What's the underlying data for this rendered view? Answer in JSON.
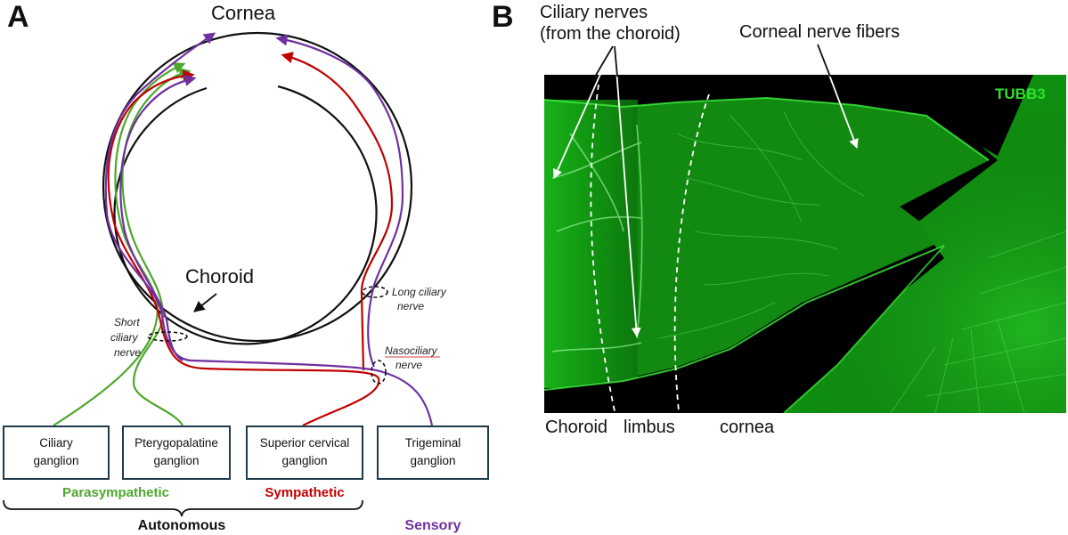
{
  "panel_a": {
    "letter": "A",
    "cornea": "Cornea",
    "choroid": "Choroid",
    "short_ciliary_line1": "Short",
    "short_ciliary_line2": "ciliary",
    "short_ciliary_line3": "nerve",
    "long_ciliary_line1": "Long ciliary",
    "long_ciliary_line2": "nerve",
    "nasociliary_line1": "Nasociliary",
    "nasociliary_line2": "nerve",
    "boxes": [
      {
        "line1": "Ciliary",
        "line2": "ganglion"
      },
      {
        "line1": "Pterygopalatine",
        "line2": "ganglion"
      },
      {
        "line1": "Superior cervical",
        "line2": "ganglion"
      },
      {
        "line1": "Trigeminal",
        "line2": "ganglion"
      }
    ],
    "parasympathetic": "Parasympathetic",
    "sympathetic": "Sympathetic",
    "autonomous": "Autonomous",
    "sensory": "Sensory"
  },
  "panel_b": {
    "letter": "B",
    "ciliary_nerves_line1": "Ciliary nerves",
    "ciliary_nerves_line2": "(from the choroid)",
    "corneal_fibers": "Corneal nerve fibers",
    "stain": "TUBB3",
    "choroid": "Choroid",
    "limbus": "limbus",
    "cornea": "cornea"
  },
  "colors": {
    "parasympathetic": "#4ea72e",
    "sympathetic": "#c00000",
    "sensory": "#7030a0",
    "box_border": "#1f3a4d",
    "micrograph_green": "#19c419"
  }
}
